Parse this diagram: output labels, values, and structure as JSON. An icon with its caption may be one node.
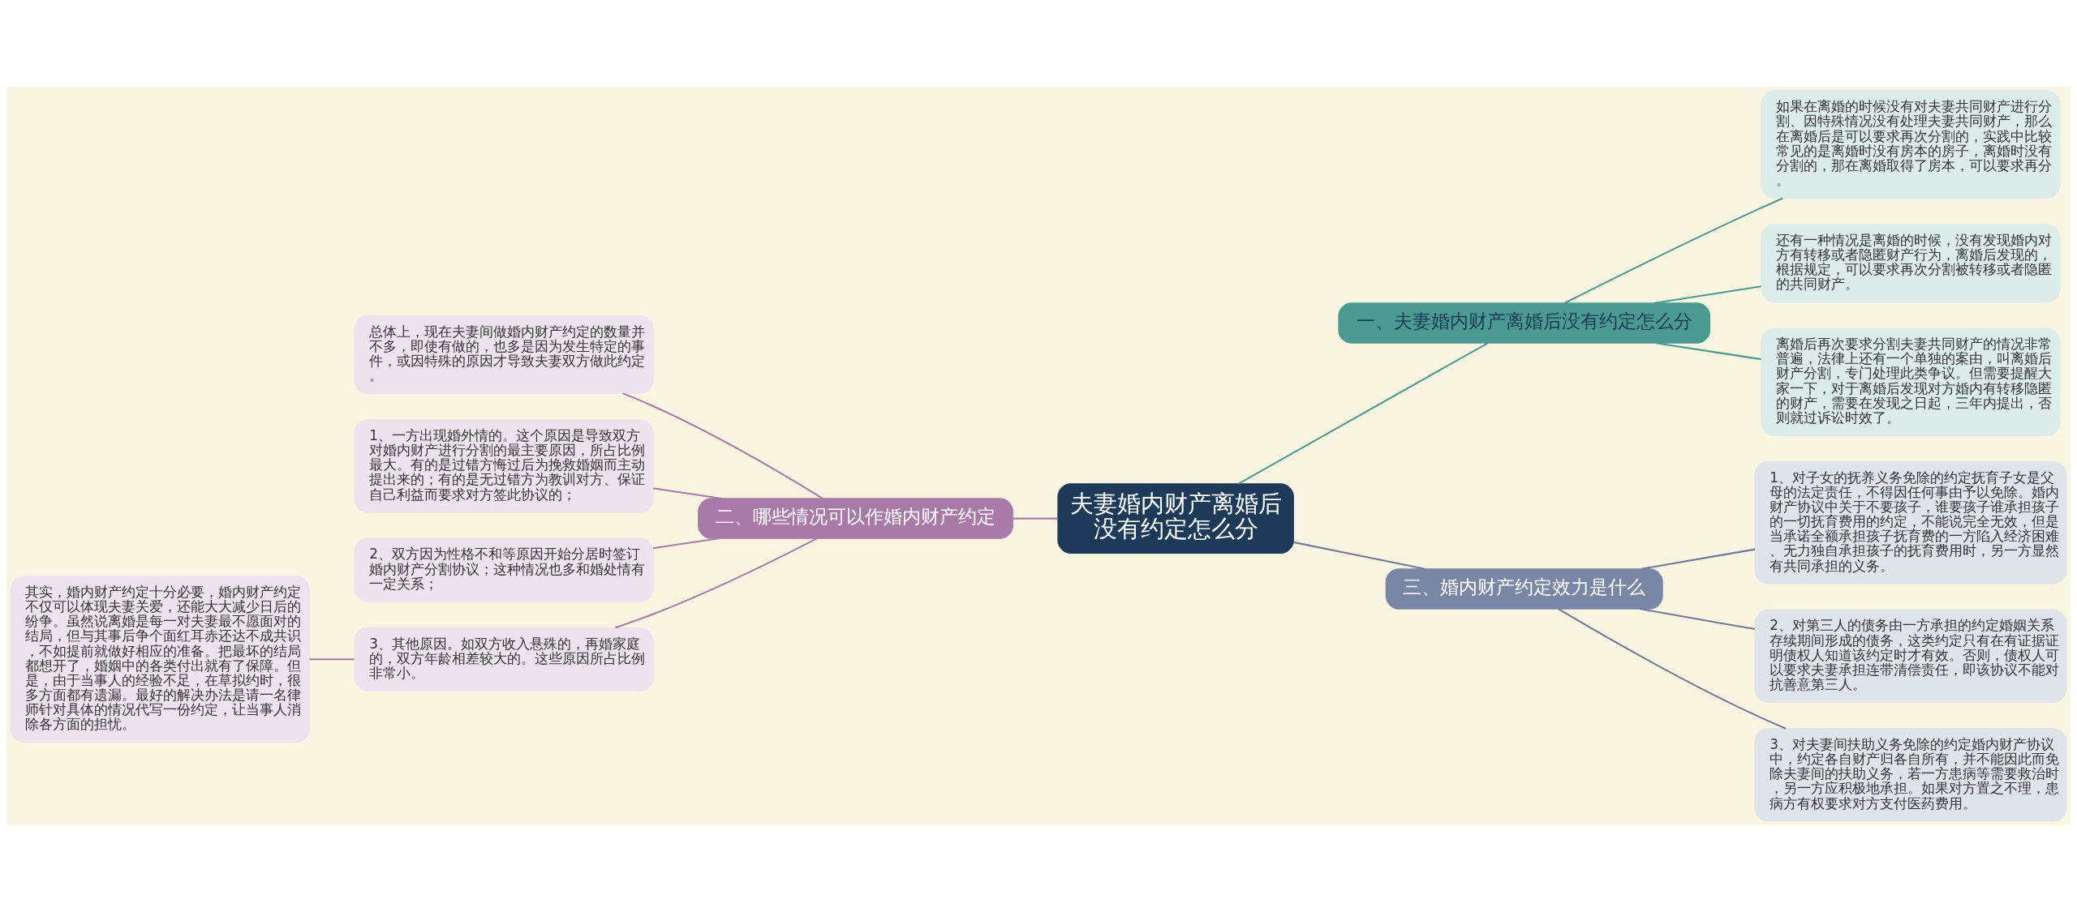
{
  "diagram": {
    "nodes": [
      {
        "text": [
          "夫妻婚内财产离婚后没有约定怎么分"
        ]
      },
      {
        "text": [
          "一、夫妻婚内财产离婚后没有约定怎么分"
        ]
      },
      {
        "text": [
          "如果在离婚的时候没有对夫妻共同财产进行分割、因特殊情况没有处理夫妻共同财产，那么在离婚后是可以要求再次分割的，实践中比较常见的是离婚时没有房本的房子，离婚时没有分割的，那在离婚取得了房本，可以要求再分。"
        ]
      },
      {
        "text": [
          "还有一种情况是离婚的时候，没有发现婚内对方有转移或者隐匿财产行为，离婚后发现的，根据规定，可以要求再次分割被转移或者隐匿的共同财产。"
        ]
      },
      {
        "text": [
          "离婚后再次要求分割夫妻共同财产的情况非常普遍，法律上还有一个单独的案由，叫离婚后财产分割，专门处理此类争议。但需要提醒大家一下，对于离婚后发现对方婚内有转移隐匿的财产，需要在发现之日起，三年内提出，否则就过诉讼时效了。"
        ]
      },
      {
        "text": [
          "二、哪些情况可以作婚内财产约定"
        ]
      },
      {
        "text": [
          "总体上，现在夫妻间做婚内财产约定的数量并不多，即使有做的，也多是因为发生特定的事件，或因特殊的原因才导致夫妻双方做此约定。"
        ]
      },
      {
        "text": [
          "1、一方出现婚外情的。这个原因是导致双方对婚内财产进行分割的最主要原因，所占比例最大。有的是过错方悔过后为挽救婚姻而主动提出来的；有的是无过错方为教训对方、保证自己利益而要求对方签此协议的；"
        ]
      },
      {
        "text": [
          "2、双方因为性格不和等原因开始分居时签订婚内财产分割协议；这种情况也多和婚处情有一定关系；"
        ]
      },
      {
        "text": [
          "3、其他原因。如双方收入悬殊的，再婚家庭的，双方年龄相差较大的。这些原因所占比例非常小。"
        ]
      },
      {
        "text": [
          "其实，婚内财产约定十分必要，婚内财产约定不仅可以体现夫妻关爱，还能大大减少日后的纷争。虽然说离婚是每一对夫妻最不愿面对的结局，但与其事后争个面红耳赤还达不成共识，不如提前就做好相应的准备。把最坏的结局都想开了，婚姻中的各类付出就有了保障。但是，由于当事人的经验不足，在草拟约时，很多方面都有遗漏。最好的解决办法是请一名律师针对具体的情况代写一份约定，让当事人消除各方面的担忧。"
        ]
      },
      {
        "text": [
          "三、婚内财产约定效力是什么"
        ]
      },
      {
        "text": [
          "1、对子女的抚养义务免除的约定抚育子女是父母的法定责任，不得因任何事由予以免除。婚内财产协议中关于不要孩子，谁要孩子谁承担孩子的一切抚育费用的约定，不能说完全无效，但是当承诺全额承担孩子抚育费的一方陷入经济困难、无力独自承担孩子的抚育费用时，另一方显然有共同承担的义务。"
        ]
      },
      {
        "text": [
          "2、对第三人的债务由一方承担的约定婚姻关系存续期间形成的债务，这类约定只有在有证据证明债权人知道该约定时才有效。否则，债权人可以要求夫妻承担连带清偿责任，即该协议不能对抗善意第三人。"
        ]
      },
      {
        "text": [
          "3、对夫妻间扶助义务免除的约定婚内财产协议中，约定各自财产归各自所有，并不能因此而免除夫妻间的扶助义务，若一方患病等需要救治时，另一方应积极地承担。如果对方置之不理，患病方有权要求对方支付医药费用。"
        ]
      }
    ],
    "edges": [
      {
        "from": 0,
        "to": 1,
        "arrow": "none",
        "color": "#4a9a92"
      },
      {
        "from": 1,
        "to": 2,
        "arrow": "none",
        "color": "#4a9a92"
      },
      {
        "from": 1,
        "to": 3,
        "arrow": "none",
        "color": "#4a9a92"
      },
      {
        "from": 1,
        "to": 4,
        "arrow": "none",
        "color": "#4a9a92"
      },
      {
        "from": 0,
        "to": 5,
        "arrow": "none"
      },
      {
        "from": 5,
        "to": 6,
        "arrow": "none"
      },
      {
        "from": 5,
        "to": 7,
        "arrow": "none"
      },
      {
        "from": 5,
        "to": 8,
        "arrow": "none"
      },
      {
        "from": 5,
        "to": 9,
        "arrow": "none"
      },
      {
        "from": 9,
        "to": 10,
        "arrow": "none"
      },
      {
        "from": 0,
        "to": 11,
        "arrow": "none",
        "color": "#6e7a99"
      },
      {
        "from": 11,
        "to": 12,
        "arrow": "none",
        "color": "#6e7a99"
      },
      {
        "from": 11,
        "to": 13,
        "arrow": "none",
        "color": "#6e7a99"
      },
      {
        "from": 11,
        "to": 14,
        "arrow": "none",
        "color": "#6e7a99"
      }
    ]
  }
}
